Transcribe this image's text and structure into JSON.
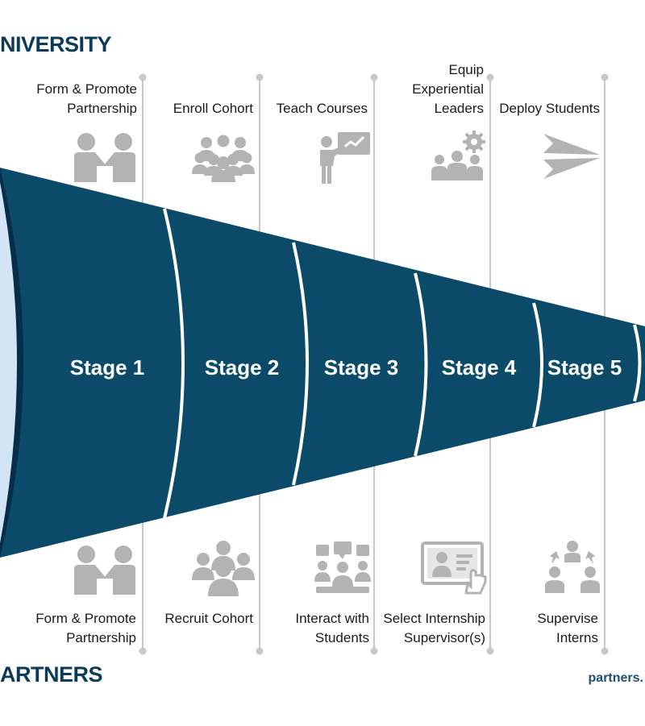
{
  "university": {
    "heading": "NIVERSITY"
  },
  "partners": {
    "heading": "ARTNERS",
    "footer": "partners."
  },
  "stages": [
    {
      "label": "Stage 1"
    },
    {
      "label": "Stage 2"
    },
    {
      "label": "Stage 3"
    },
    {
      "label": "Stage 4"
    },
    {
      "label": "Stage 5"
    }
  ],
  "top_labels": [
    {
      "text": "Form & Promote\nPartnership",
      "icon": "handshake-icon"
    },
    {
      "text": "Enroll Cohort",
      "icon": "group-icon"
    },
    {
      "text": "Teach Courses",
      "icon": "presenter-icon"
    },
    {
      "text": "Equip\nExperiential\nLeaders",
      "icon": "team-gear-icon"
    },
    {
      "text": "Deploy Students",
      "icon": "paper-plane-icon"
    }
  ],
  "bottom_labels": [
    {
      "text": "Form & Promote\nPartnership",
      "icon": "handshake-icon"
    },
    {
      "text": "Recruit Cohort",
      "icon": "group-icon"
    },
    {
      "text": "Interact with\nStudents",
      "icon": "discussion-icon"
    },
    {
      "text": "Select Internship\nSupervisor(s)",
      "icon": "video-select-icon"
    },
    {
      "text": "Supervise\nInterns",
      "icon": "hierarchy-icon"
    }
  ],
  "colors": {
    "funnel": "#0b4a68",
    "funnel_dark": "#062e48",
    "funnel_face": "#d4e4f7",
    "divider": "#ffffff",
    "heading": "#0c3b5a",
    "icon": "#b3b3b3",
    "timeline": "#c8c8c8"
  }
}
